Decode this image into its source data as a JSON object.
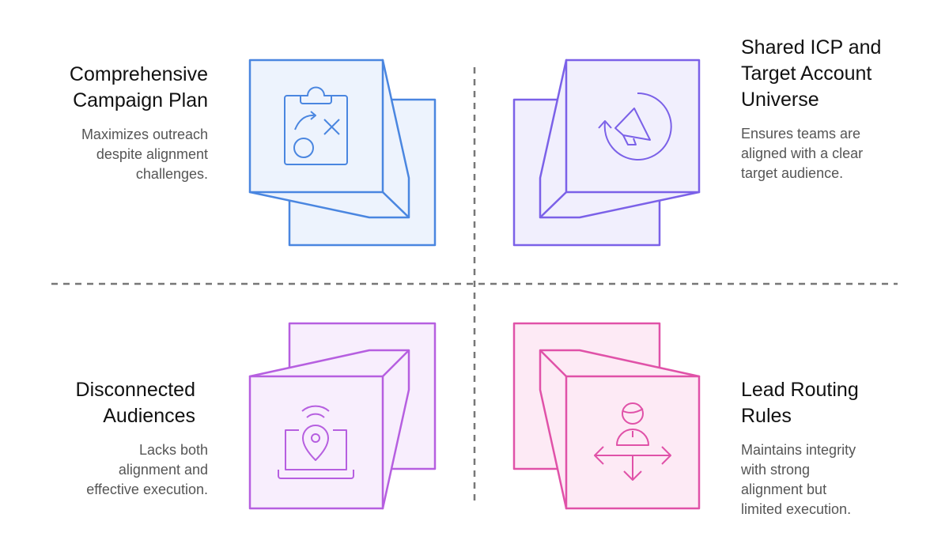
{
  "quadrants": [
    {
      "title_lines": [
        "Comprehensive",
        "Campaign Plan"
      ],
      "desc_lines": [
        "Maximizes outreach",
        "despite alignment",
        "challenges."
      ],
      "icon": "clipboard-strategy-icon",
      "color": "#4a86e0",
      "fill": "#edf3fd"
    },
    {
      "title_lines": [
        "Shared ICP and",
        "Target Account",
        "Universe"
      ],
      "desc_lines": [
        "Ensures teams are",
        "aligned with a clear",
        "target audience."
      ],
      "icon": "megaphone-cycle-icon",
      "color": "#7b61e8",
      "fill": "#f1effd"
    },
    {
      "title_lines": [
        "Disconnected",
        "Audiences"
      ],
      "desc_lines": [
        "Lacks both",
        "alignment and",
        "effective execution."
      ],
      "icon": "laptop-location-icon",
      "color": "#b65fe0",
      "fill": "#f8eefd"
    },
    {
      "title_lines": [
        "Lead Routing",
        "Rules"
      ],
      "desc_lines": [
        "Maintains integrity",
        "with strong",
        "alignment but",
        "limited execution."
      ],
      "icon": "person-routing-icon",
      "color": "#e052a8",
      "fill": "#fdeaf5"
    }
  ]
}
